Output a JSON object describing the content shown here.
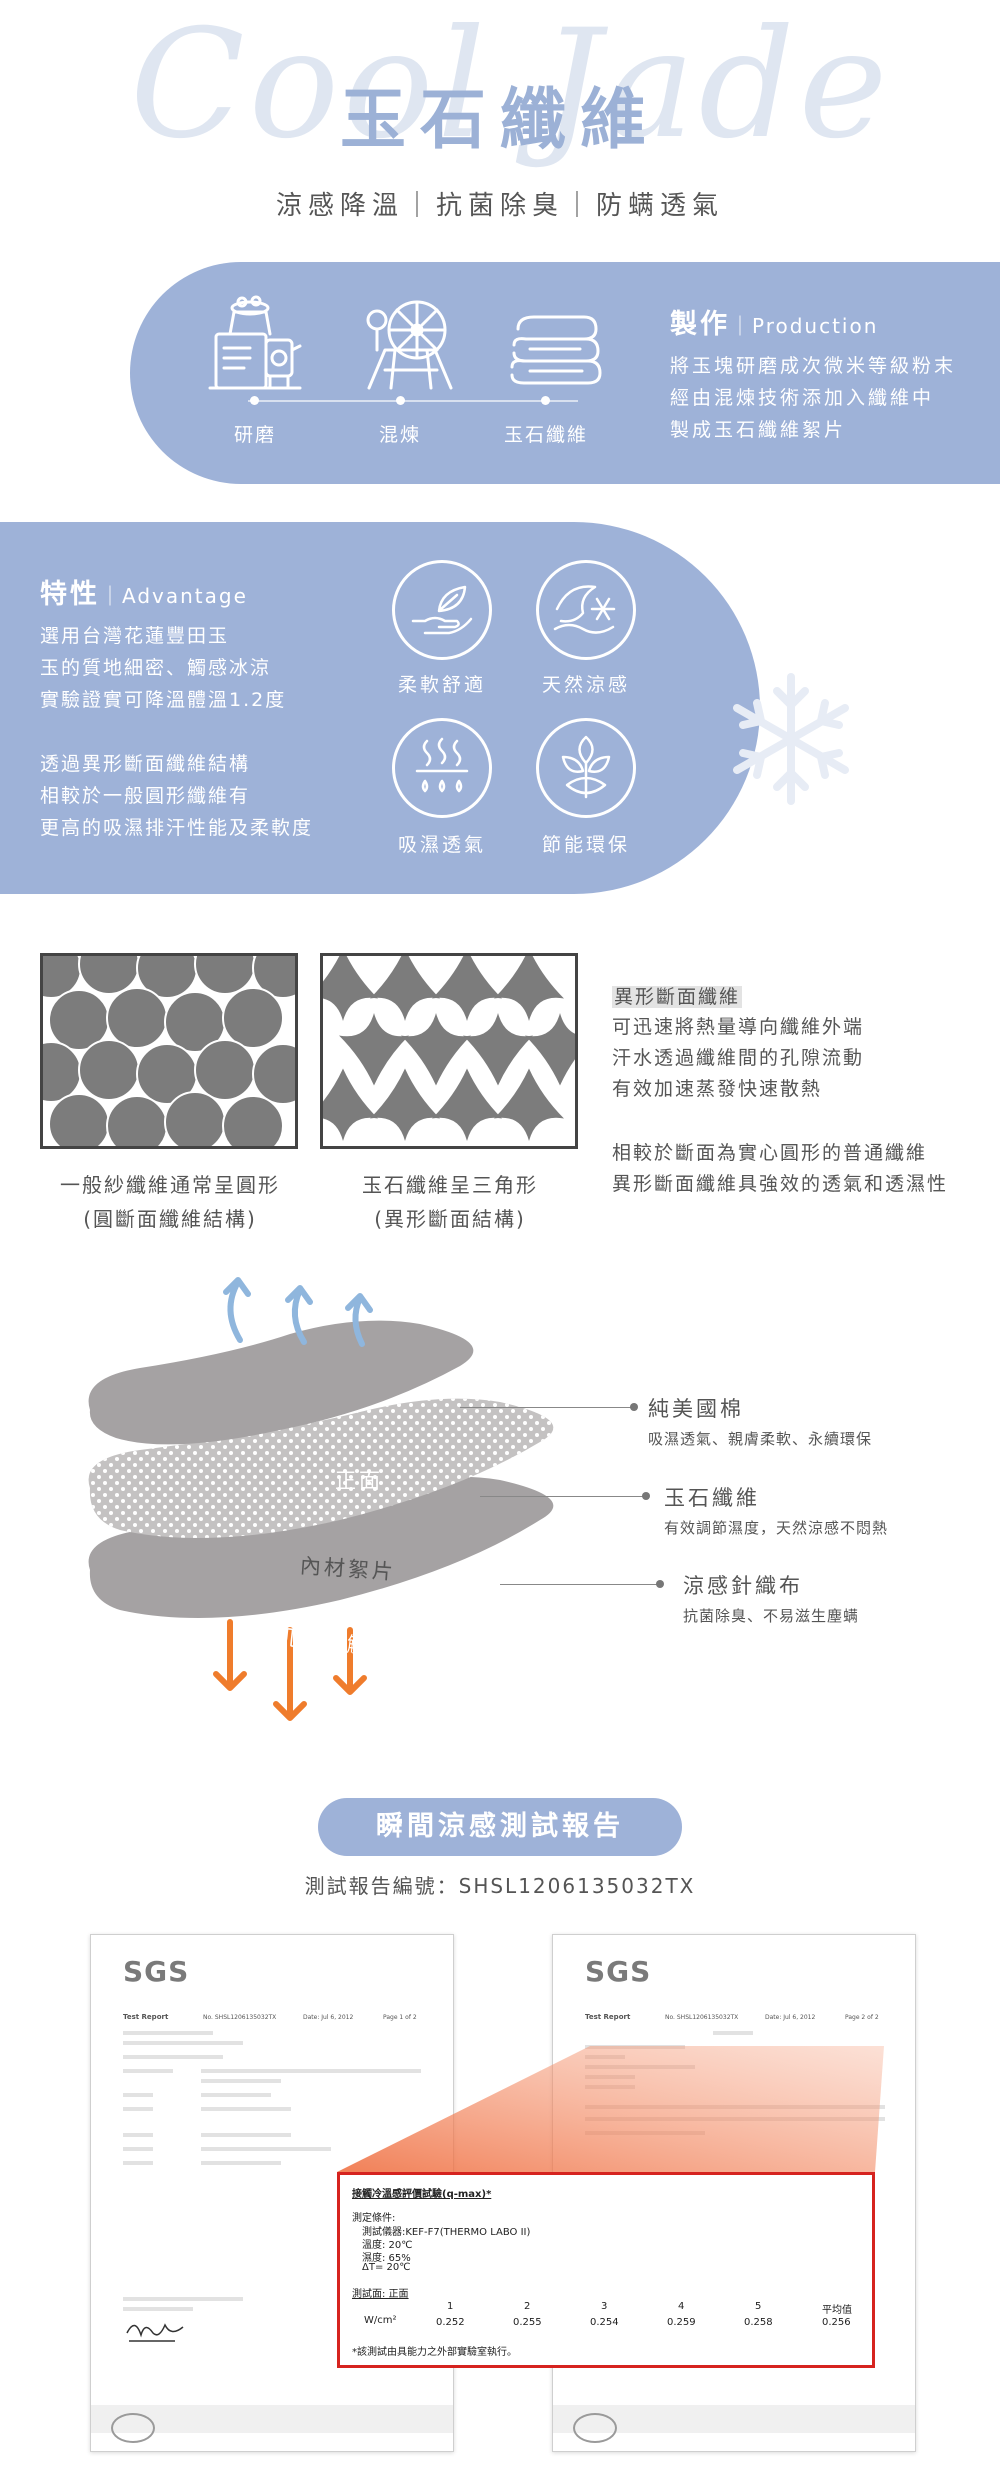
{
  "hero": {
    "script_text": "Cool Jade",
    "title": "玉石纖維",
    "subtitle": "涼感降溫｜抗菌除臭｜防螨透氣"
  },
  "production": {
    "title": "製作",
    "title_en": "｜Production",
    "description": [
      "將玉塊研磨成次微米等級粉末",
      "經由混煉技術添加入纖維中",
      "製成玉石纖維絮片"
    ],
    "steps": [
      {
        "label": "研磨",
        "icon": "grinder-machine-icon"
      },
      {
        "label": "混煉",
        "icon": "spinning-wheel-icon"
      },
      {
        "label": "玉石纖維",
        "icon": "folded-fabric-icon"
      }
    ]
  },
  "advantage": {
    "title": "特性",
    "title_en": "｜Advantage",
    "para1": [
      "選用台灣花蓮豐田玉",
      "玉的質地細密、觸感冰涼",
      "實驗證實可降溫體溫1.2度"
    ],
    "para2": [
      "透過異形斷面纖維結構",
      "相較於一般圓形纖維有",
      "更高的吸濕排汗性能及柔軟度"
    ],
    "features": [
      {
        "label": "柔軟舒適",
        "icon": "hand-leaf-icon"
      },
      {
        "label": "天然涼感",
        "icon": "snow-wave-icon"
      },
      {
        "label": "吸濕透氣",
        "icon": "heat-drops-icon"
      },
      {
        "label": "節能環保",
        "icon": "eco-leaves-icon"
      }
    ]
  },
  "fiber": {
    "caption_round": [
      "一般紗纖維通常呈圓形",
      "(圓斷面纖維結構)"
    ],
    "caption_tri": [
      "玉石纖維呈三角形",
      "(異形斷面結構)"
    ],
    "heading": "異形斷面纖維",
    "para1": [
      "可迅速將熱量導向纖維外端",
      "汗水透過纖維間的孔隙流動",
      "有效加速蒸發快速散熱"
    ],
    "para2": [
      "相較於斷面為實心圓形的普通纖維",
      "異形斷面纖維具強效的透氣和透濕性"
    ]
  },
  "layers": {
    "face_label": "正面",
    "inner_label": "內材絮片",
    "skin_label": "肌膚接觸面",
    "items": [
      {
        "name": "純美國棉",
        "desc": "吸濕透氣、親膚柔軟、永續環保"
      },
      {
        "name": "玉石纖維",
        "desc": "有效調節濕度，天然涼感不悶熱"
      },
      {
        "name": "涼感針織布",
        "desc": "抗菌除臭、不易滋生塵螨"
      }
    ]
  },
  "report": {
    "title": "瞬間涼感測試報告",
    "number_label": "測試報告編號：SHSL1206135032TX",
    "doc_left": {
      "logo": "SGS",
      "header": "Test Report",
      "ref": "No. SHSL1206135032TX",
      "date": "Date: Jul 6, 2012",
      "page": "Page 1 of 2"
    },
    "doc_right": {
      "logo": "SGS",
      "header": "Test Report",
      "ref": "No. SHSL1206135032TX",
      "date": "Date: Jul 6, 2012",
      "page": "Page 2 of 2"
    },
    "zoom": {
      "title": "接觸冷溫感評價試驗(q-max)*",
      "cond_label": "測定條件:",
      "instrument": "測試儀器:KEF-F7(THERMO LABO II)",
      "temp": "溫度:      20℃",
      "humidity": "濕度:      65%",
      "delta": "ΔT=       20℃",
      "face": "測試面:  正面",
      "unit": "W/cm²",
      "columns": [
        "1",
        "2",
        "3",
        "4",
        "5",
        "平均值"
      ],
      "values": [
        "0.252",
        "0.255",
        "0.254",
        "0.259",
        "0.258",
        "0.256"
      ],
      "note": "*該測試由具能力之外部實驗室執行。"
    }
  },
  "colors": {
    "brand_blue": "#9eb2d8",
    "text_gray": "#555555",
    "report_red": "#d6231f",
    "arrow_blue": "#8fb6dd",
    "arrow_orange": "#ef7c2c"
  }
}
